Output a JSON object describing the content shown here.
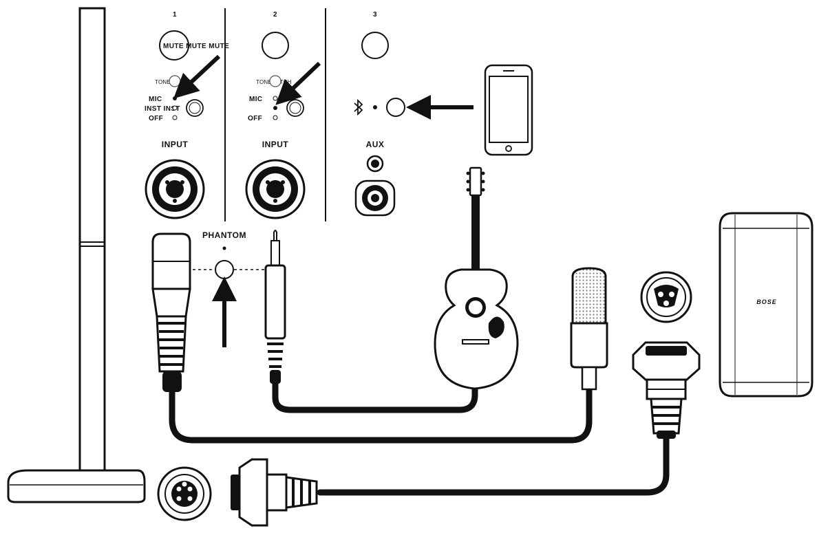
{
  "mixer": {
    "channels": [
      {
        "number": "1",
        "mute_label": "MUTE MUTE MUTE",
        "input_label": "INPUT"
      },
      {
        "number": "2",
        "input_label": "INPUT"
      },
      {
        "number": "3",
        "aux_label": "AUX"
      }
    ],
    "tonematch_label": "TONEMATCH",
    "mode_labels": {
      "mic": "MIC",
      "inst": "INST INST",
      "off": "OFF"
    },
    "mode_labels_ch2": {
      "mic": "MIC",
      "off": "OFF"
    },
    "phantom_label": "PHANTOM"
  },
  "speaker": {
    "brand": "BOSE"
  },
  "icons": [
    "bluetooth-icon",
    "smartphone-icon",
    "acoustic-guitar-icon",
    "microphone-icon",
    "arrow-icon"
  ]
}
